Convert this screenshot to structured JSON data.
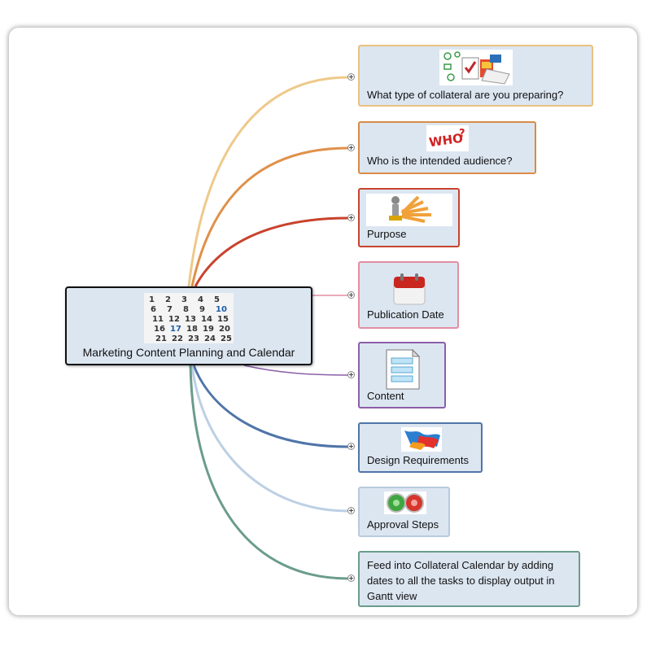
{
  "central": {
    "label": "Marketing Content Planning and Calendar",
    "icon": "calendar-grid-icon"
  },
  "topics": [
    {
      "id": "collateral",
      "label": "What type of collateral are you preparing?",
      "border_color": "#e9c182",
      "icon": "collateral-documents-icon"
    },
    {
      "id": "audience",
      "label": "Who is the intended audience?",
      "border_color": "#d98b46",
      "icon": "who-question-icon"
    },
    {
      "id": "purpose",
      "label": "Purpose",
      "border_color": "#c8432d",
      "icon": "target-figure-icon"
    },
    {
      "id": "pubdate",
      "label": "Publication Date",
      "border_color": "#e48ea2",
      "icon": "calendar-page-icon"
    },
    {
      "id": "content",
      "label": "Content",
      "border_color": "#8b5fa8",
      "icon": "document-icon"
    },
    {
      "id": "design",
      "label": "Design Requirements",
      "border_color": "#4f75a8",
      "icon": "paint-splash-icon"
    },
    {
      "id": "approval",
      "label": "Approval Steps",
      "border_color": "#b8cade",
      "icon": "approve-reject-buttons-icon"
    },
    {
      "id": "feed",
      "label": "Feed into Collateral Calendar by adding dates to all the tasks to display output in Gantt view",
      "border_color": "#6b9c8c",
      "icon": ""
    }
  ],
  "calendar_numbers": [
    "1",
    "2",
    "3",
    "4",
    "5",
    "6",
    "7",
    "8",
    "9",
    "10",
    "11",
    "12",
    "13",
    "14",
    "15",
    "16",
    "17",
    "18",
    "19",
    "20",
    "21",
    "22",
    "23",
    "24",
    "25"
  ]
}
